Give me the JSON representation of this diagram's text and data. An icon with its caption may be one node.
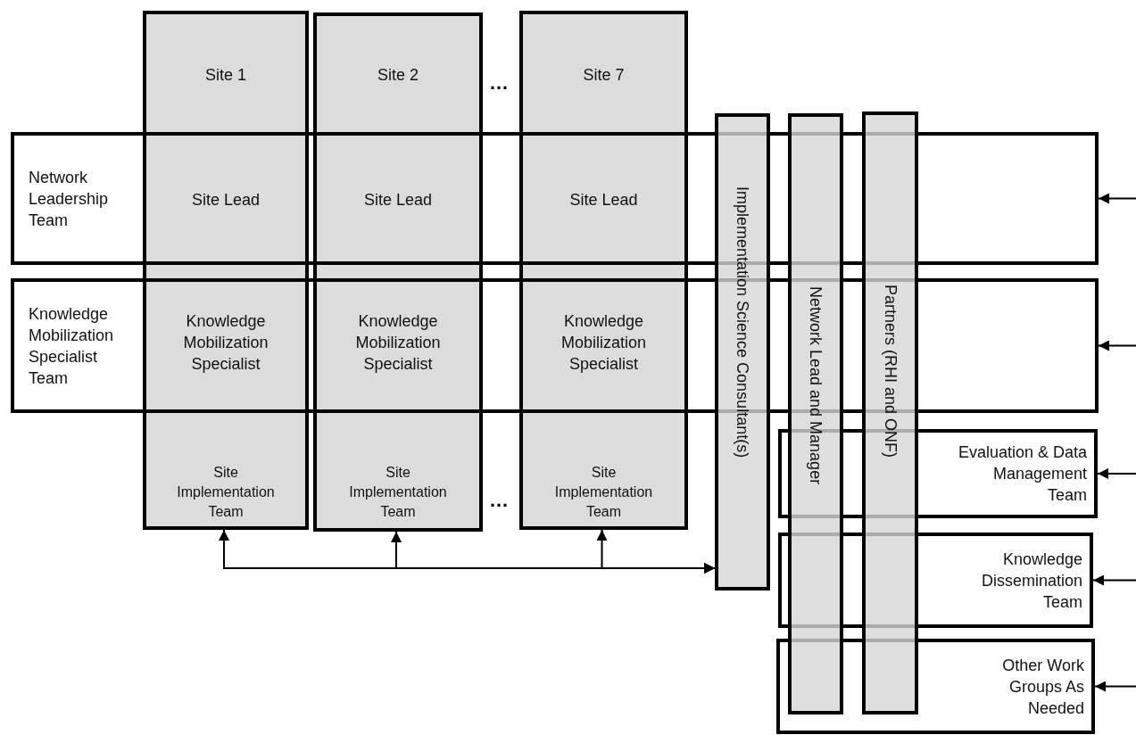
{
  "diagram": {
    "nodes": [
      {
        "text": [
          "Site 1",
          "Site Lead",
          "Knowledge Mobilization Specialist",
          "Site Implementation Team"
        ]
      },
      {
        "text": [
          "Site 2",
          "Site Lead",
          "Knowledge Mobilization Specialist",
          "Site Implementation Team"
        ]
      },
      {
        "text": [
          "Site 7",
          "Site Lead",
          "Knowledge Mobilization Specialist",
          "Site Implementation Team"
        ]
      },
      {
        "text": [
          "Network Leadership Team"
        ]
      },
      {
        "text": [
          "Knowledge Mobilization Specialist Team"
        ]
      },
      {
        "text": [
          "Implementation Science Consultant(s)"
        ]
      },
      {
        "text": [
          "Network Lead and Manager"
        ]
      },
      {
        "text": [
          "Partners (RHI and ONF)"
        ]
      },
      {
        "text": [
          "Evaluation & Data Management Team"
        ]
      },
      {
        "text": [
          "Knowledge Dissemination Team"
        ]
      },
      {
        "text": [
          "Other Work Groups As Needed"
        ]
      }
    ],
    "edges": [
      {
        "from": 5,
        "to": 0,
        "arrow": "both"
      },
      {
        "from": 5,
        "to": 1,
        "arrow": "both"
      },
      {
        "from": 5,
        "to": 2,
        "arrow": "both"
      },
      {
        "from": null,
        "to": 3,
        "arrow": "to"
      },
      {
        "from": null,
        "to": 4,
        "arrow": "to"
      },
      {
        "from": null,
        "to": 8,
        "arrow": "to"
      },
      {
        "from": null,
        "to": 9,
        "arrow": "to"
      },
      {
        "from": null,
        "to": 10,
        "arrow": "to"
      }
    ],
    "labels": [
      "…",
      "…"
    ]
  }
}
